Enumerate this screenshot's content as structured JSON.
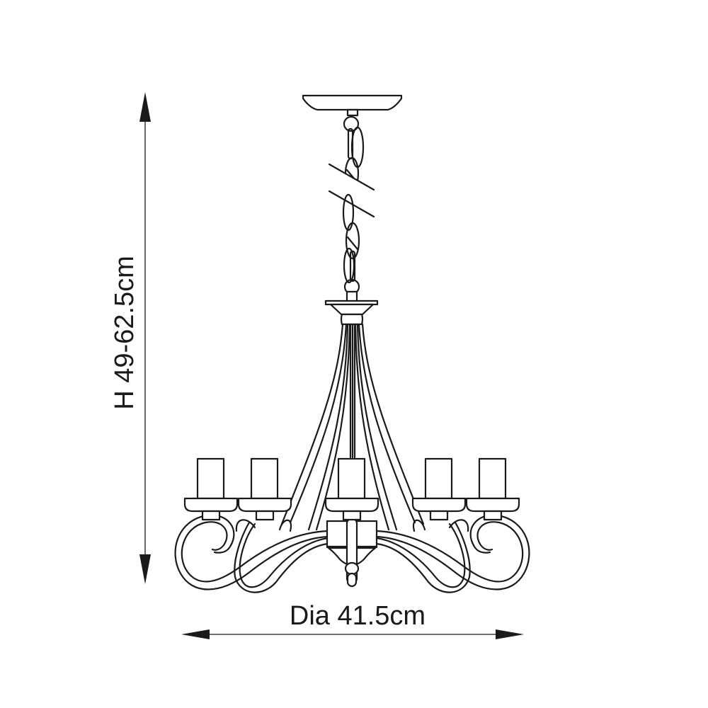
{
  "diagram": {
    "subject": "5-light chandelier dimension drawing",
    "height_label": "H 49-62.5cm",
    "diameter_label": "Dia 41.5cm",
    "candle_count": 5,
    "colors": {
      "line": "#1a1a1a",
      "dimension_line": "#444444",
      "background": "#ffffff"
    }
  }
}
